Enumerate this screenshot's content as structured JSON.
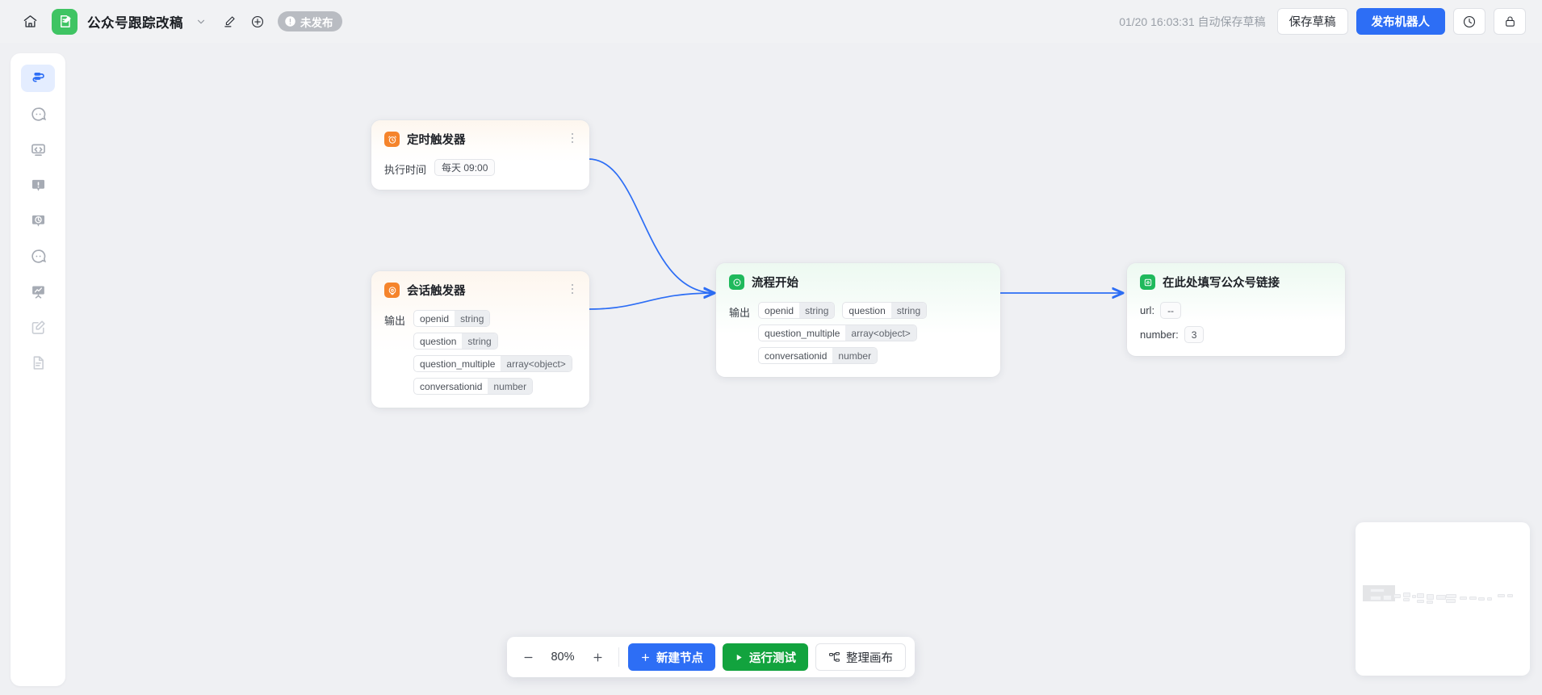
{
  "header": {
    "home_icon": "home-icon",
    "logo_icon": "doc-edit-logo",
    "title": "公众号跟踪改稿",
    "chevron_icon": "chevron-down-icon",
    "edit_icon": "pencil-icon",
    "add_icon": "plus-circle-icon",
    "status_badge": "未发布",
    "status_icon": "exclamation-icon",
    "autosave": "01/20 16:03:31 自动保存草稿",
    "save_draft_label": "保存草稿",
    "publish_label": "发布机器人",
    "history_icon": "clock-icon",
    "lock_icon": "lock-icon"
  },
  "sidebar": {
    "items": [
      {
        "name": "workflow-icon",
        "active": true
      },
      {
        "name": "chat-bubble-icon",
        "active": false
      },
      {
        "name": "code-monitor-icon",
        "active": false
      },
      {
        "name": "alert-bubble-icon",
        "active": false
      },
      {
        "name": "clock-bubble-icon",
        "active": false
      },
      {
        "name": "chat-dots-icon",
        "active": false
      },
      {
        "name": "analytics-icon",
        "active": false
      },
      {
        "name": "edit-square-icon",
        "active": false
      },
      {
        "name": "document-icon",
        "active": false
      }
    ]
  },
  "canvas": {
    "nodes": [
      {
        "id": "timer-trigger",
        "badge_icon": "alarm-clock-icon",
        "badge_color": "#f5842c",
        "title": "定时触发器",
        "body_label": "执行时间",
        "chips": [
          "每天 09:00"
        ],
        "pills": []
      },
      {
        "id": "conversation-trigger",
        "badge_icon": "conversation-icon",
        "badge_color": "#f5842c",
        "title": "会话触发器",
        "body_label": "输出",
        "chips": [],
        "pills": [
          {
            "key": "openid",
            "type": "string"
          },
          {
            "key": "question",
            "type": "string"
          },
          {
            "key": "question_multiple",
            "type": "array<object>"
          },
          {
            "key": "conversationid",
            "type": "number"
          }
        ]
      },
      {
        "id": "flow-start",
        "badge_icon": "play-circle-icon",
        "badge_color": "#1fb95c",
        "title": "流程开始",
        "body_label": "输出",
        "chips": [],
        "pills": [
          {
            "key": "openid",
            "type": "string"
          },
          {
            "key": "question",
            "type": "string"
          },
          {
            "key": "question_multiple",
            "type": "array<object>"
          },
          {
            "key": "conversationid",
            "type": "number"
          }
        ]
      },
      {
        "id": "wechat-link",
        "badge_icon": "variable-box-icon",
        "badge_color": "#1fb95c",
        "title": "在此处填写公众号链接",
        "kvs": [
          {
            "key": "url:",
            "value": "--"
          },
          {
            "key": "number:",
            "value": "3"
          }
        ]
      }
    ],
    "edge_color": "#2d6ef5"
  },
  "toolbar": {
    "zoom_out_icon": "minus-icon",
    "zoom_level": "80%",
    "zoom_in_icon": "plus-icon",
    "new_node_label": "新建节点",
    "new_node_icon": "plus-icon",
    "run_test_label": "运行测试",
    "run_test_icon": "play-icon",
    "tidy_label": "整理画布",
    "tidy_icon": "layout-icon"
  },
  "minimap": {
    "name": "canvas-minimap"
  },
  "colors": {
    "accent_blue": "#2d6ef5",
    "accent_green": "#12a33e",
    "badge_orange": "#f5842c",
    "canvas_bg": "#eff0f3"
  }
}
